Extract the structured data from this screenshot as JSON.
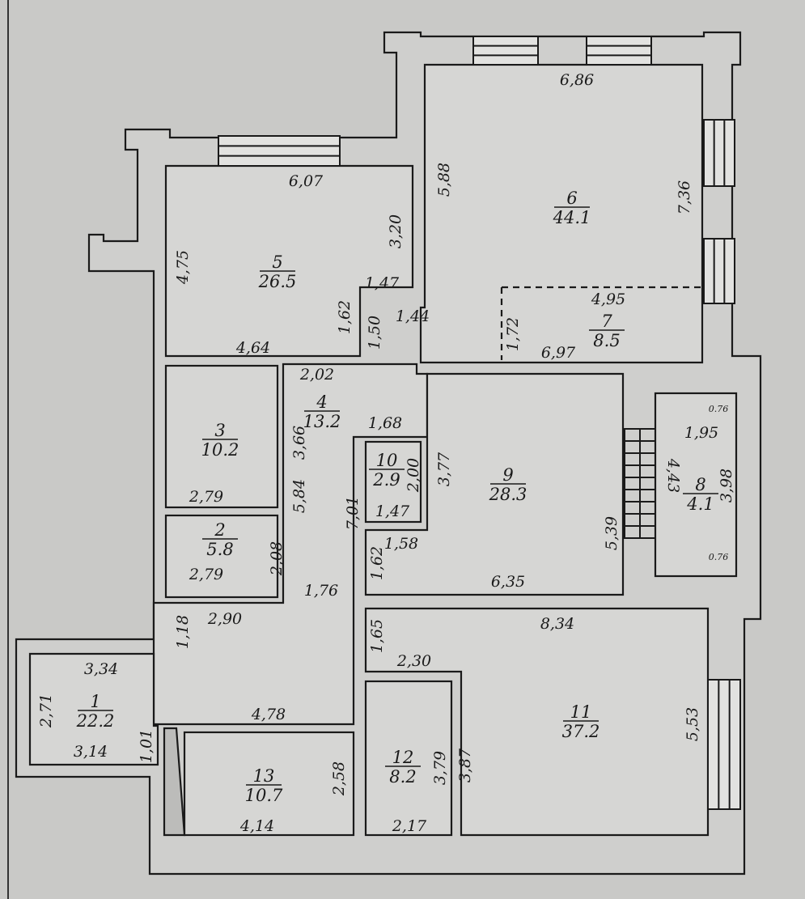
{
  "rooms": [
    {
      "number": "1",
      "area": "22.2"
    },
    {
      "number": "2",
      "area": "5.8"
    },
    {
      "number": "3",
      "area": "10.2"
    },
    {
      "number": "4",
      "area": "13.2"
    },
    {
      "number": "5",
      "area": "26.5"
    },
    {
      "number": "6",
      "area": "44.1"
    },
    {
      "number": "7",
      "area": "8.5"
    },
    {
      "number": "8",
      "area": "4.1"
    },
    {
      "number": "9",
      "area": "28.3"
    },
    {
      "number": "10",
      "area": "2.9"
    },
    {
      "number": "11",
      "area": "37.2"
    },
    {
      "number": "12",
      "area": "8.2"
    },
    {
      "number": "13",
      "area": "10.7"
    }
  ],
  "dimensions": [
    "6,86",
    "6,07",
    "5,88",
    "7,36",
    "4,75",
    "3,20",
    "1,47",
    "1,62",
    "1,50",
    "1,44",
    "4,95",
    "1,72",
    "6,97",
    "4,64",
    "2,02",
    "1,68",
    "3,66",
    "2,79",
    "5,84",
    "7,01",
    "2,00",
    "3,77",
    "1,47",
    "1,58",
    "1,62",
    "6,35",
    "5,39",
    "4,43",
    "1,95",
    "3,98",
    "0.76",
    "0.76",
    "2,79",
    "2,08",
    "1,76",
    "2,90",
    "1,18",
    "8,34",
    "1,65",
    "2,30",
    "3,34",
    "2,71",
    "4,78",
    "1,01",
    "3,14",
    "5,53",
    "3,79",
    "3,87",
    "2,58",
    "4,14",
    "2,17"
  ],
  "colors": {
    "paper": "#c9c9c7",
    "room": "#d6d6d4",
    "line": "#1a1a1a"
  }
}
